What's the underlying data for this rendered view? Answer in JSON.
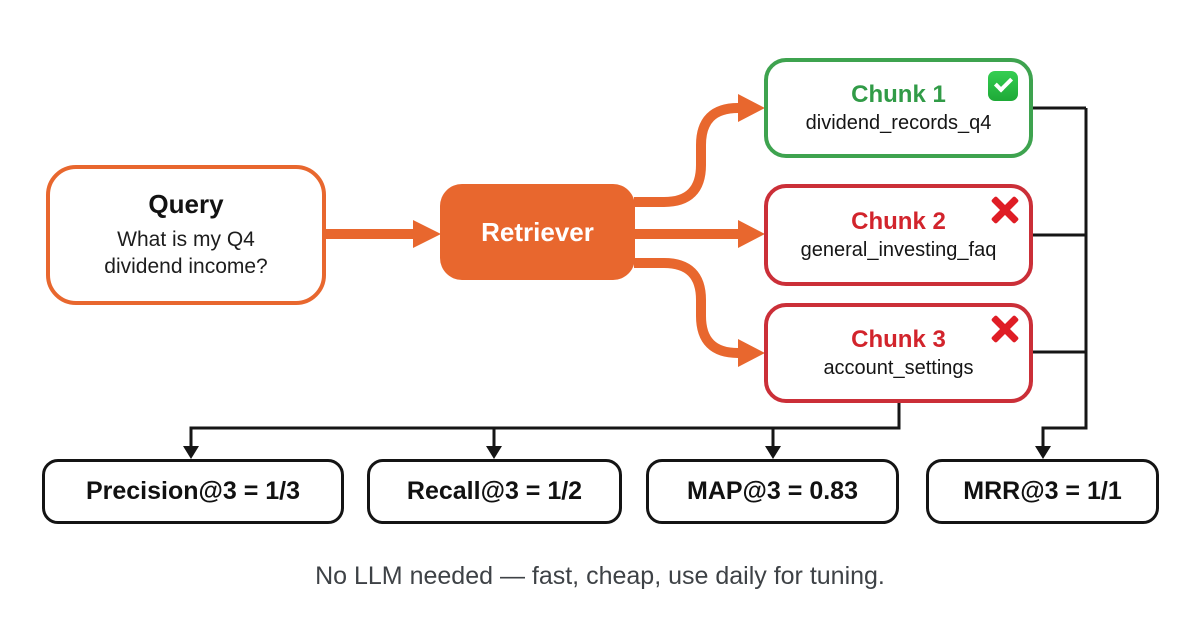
{
  "diagram": {
    "query": {
      "title": "Query",
      "text": "What is my Q4 dividend income?"
    },
    "retriever": {
      "label": "Retriever"
    },
    "chunks": [
      {
        "title": "Chunk 1",
        "source": "dividend_records_q4",
        "status": "relevant",
        "icon": "check-mark"
      },
      {
        "title": "Chunk 2",
        "source": "general_investing_faq",
        "status": "irrelevant",
        "icon": "cross-mark"
      },
      {
        "title": "Chunk 3",
        "source": "account_settings",
        "status": "irrelevant",
        "icon": "cross-mark"
      }
    ],
    "metrics": [
      {
        "label": "Precision@3 = 1/3"
      },
      {
        "label": "Recall@3 = 1/2"
      },
      {
        "label": "MAP@3 = 0.83"
      },
      {
        "label": "MRR@3 = 1/1"
      }
    ],
    "caption": "No LLM needed — fast, cheap, use daily for tuning.",
    "colors": {
      "arrow_orange": "#E8672E",
      "relevant_green": "#3EA34F",
      "irrelevant_red": "#CB2F38",
      "check_green": "#23B33A",
      "cross_red": "#DF1D25",
      "connector_black": "#161616",
      "caption_gray": "#3E4246"
    }
  }
}
